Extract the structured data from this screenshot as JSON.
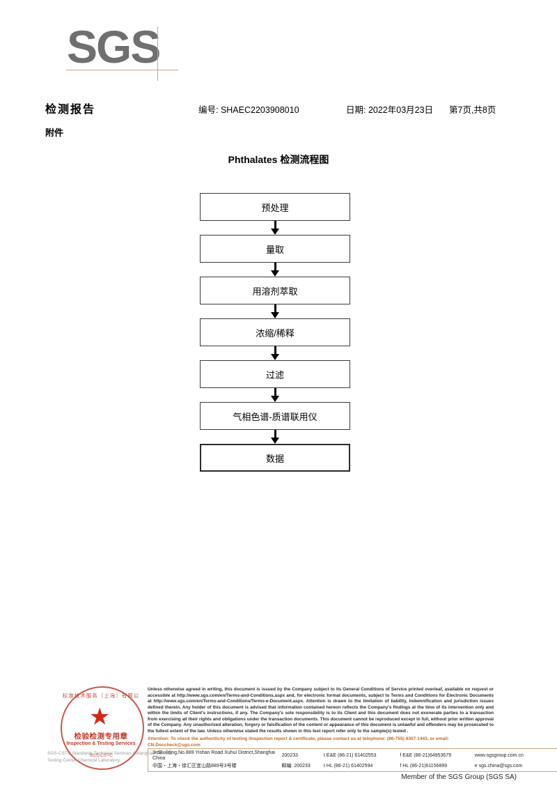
{
  "brand": {
    "logo_text": "SGS",
    "logo_color": "#6f6f6f",
    "rule_color": "#c9a584"
  },
  "header": {
    "title": "检测报告",
    "attachment_label": "附件",
    "report_no": "编号: SHAEC2203908010",
    "date": "日期: 2022年03月23日",
    "page": "第7页,共8页"
  },
  "flowchart": {
    "title": "Phthalates 检测流程图",
    "steps": [
      {
        "label": "预处理"
      },
      {
        "label": "量取"
      },
      {
        "label": "用溶剂萃取"
      },
      {
        "label": "浓缩/稀释"
      },
      {
        "label": "过滤"
      },
      {
        "label": "气相色谱-质谱联用仪"
      },
      {
        "label": "数据"
      }
    ]
  },
  "stamp": {
    "arc_top": "标准技术服务（上海）有限公",
    "center_cn": "检验检测专用章",
    "center_en": "Inspection & Testing Services",
    "arc_bottom": "SGS-CSTC",
    "star": "★",
    "color": "#c0392b",
    "company_lines": "SGS-CSTC Standards Technical Services (Shanghai) Co., Ltd. Testing Center-Chemical Laboratory."
  },
  "footer": {
    "legal": "Unless otherwise agreed in writing, this document is issued by the Company subject to its General Conditions of Service printed overleaf, available on request or accessible at http://www.sgs.com/en/Terms-and-Conditions.aspx and, for electronic format documents, subject to Terms and Conditions for Electronic Documents at http://www.sgs.com/en/Terms-and-Conditions/Terms-e-Document.aspx. Attention is drawn to the limitation of liability, indemnification and jurisdiction issues defined therein. Any holder of this document is advised that information contained hereon reflects the Company's findings at the time of its intervention only and within the limits of Client's instructions, if any. The Company's sole responsibility is to its Client and this document does not exonerate parties to a transaction from exercising all their rights and obligations under the transaction documents. This document cannot be reproduced except in full, without prior written approval of the Company. Any unauthorized alteration, forgery or falsification of the content or appearance of this document is unlawful and offenders may be prosecuted to the fullest extent of the law. Unless otherwise stated the results shown in this test report refer only to the sample(s) tested .",
    "attention": "Attention: To check the authenticity of testing /inspection report & certificate, please contact us at telephone: (86-755) 8307 1443, or email: CN.Doccheck@sgs.com",
    "address_en": "3rdBuilding,No.889 Yishan Road Xuhui District,Shanghai China",
    "address_cn": "中国・上海・徐汇区宜山路889号3号楼",
    "zip_en": "200233",
    "zip_cn": "邮编: 200233",
    "tel_ee": "t E&E (86-21) 61402553",
    "fax_ee": "f E&E (86-21)64953679",
    "web": "www.sgsgroup.com.cn",
    "tel_hl": "t HL (86-21) 61402594",
    "fax_hl": "f HL (86-21)61156899",
    "email": "e  sgs.china@sgs.com",
    "member": "Member of the SGS Group (SGS SA)"
  }
}
